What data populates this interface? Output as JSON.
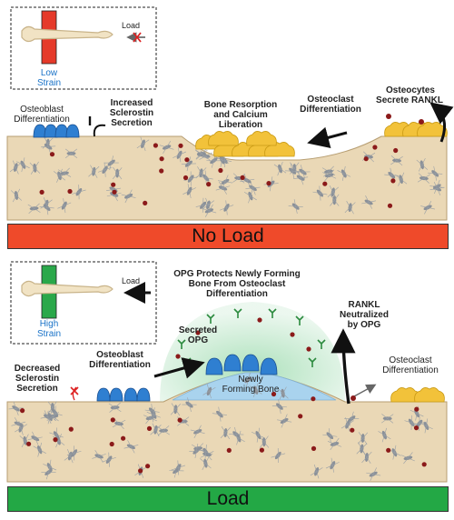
{
  "top_panel": {
    "inset": {
      "load_label": "Load",
      "strain_line1": "Low",
      "strain_line2": "Strain"
    },
    "osteoblast_label_1": "Osteoblast",
    "osteoblast_label_2": "Differentiation",
    "sclerostin_label_1": "Increased",
    "sclerostin_label_2": "Sclerostin",
    "sclerostin_label_3": "Secretion",
    "resorption_label_1": "Bone Resorption",
    "resorption_label_2": "and Calcium",
    "resorption_label_3": "Liberation",
    "osteoclast_label_1": "Osteoclast",
    "osteoclast_label_2": "Differentiation",
    "osteocytes_label_1": "Osteocytes",
    "osteocytes_label_2": "Secrete RANKL",
    "banner": "No Load",
    "banner_color": "#ef4a2a"
  },
  "bottom_panel": {
    "inset": {
      "load_label": "Load",
      "strain_line1": "High",
      "strain_line2": "Strain"
    },
    "opg_title_1": "OPG Protects Newly Forming",
    "opg_title_2": "Bone From Osteoclast",
    "opg_title_3": "Differentiation",
    "secreted_opg_1": "Secreted",
    "secreted_opg_2": "OPG",
    "rankl_label_1": "RANKL",
    "rankl_label_2": "Neutralized",
    "rankl_label_3": "by OPG",
    "osteoblast_label_1": "Osteoblast",
    "osteoblast_label_2": "Differentiation",
    "sclerostin_label_1": "Decreased",
    "sclerostin_label_2": "Sclerostin",
    "sclerostin_label_3": "Secretion",
    "new_bone_label_1": "Newly",
    "new_bone_label_2": "Forming Bone",
    "osteoclast_label_1": "Osteoclast",
    "osteoclast_label_2": "Differentiation",
    "banner": "Load",
    "banner_color": "#23a845"
  },
  "colors": {
    "bone_fill": "#ead8b6",
    "osteocyte": "#8a9098",
    "rankl_dot": "#8b1a1a",
    "osteoblast": "#2f7fd1",
    "osteoclast": "#f2c23a",
    "low_strain": "#e53a2a",
    "high_strain": "#2aa84a",
    "opg_glow": "#bfe6c8",
    "new_bone": "#a9d3ee"
  }
}
